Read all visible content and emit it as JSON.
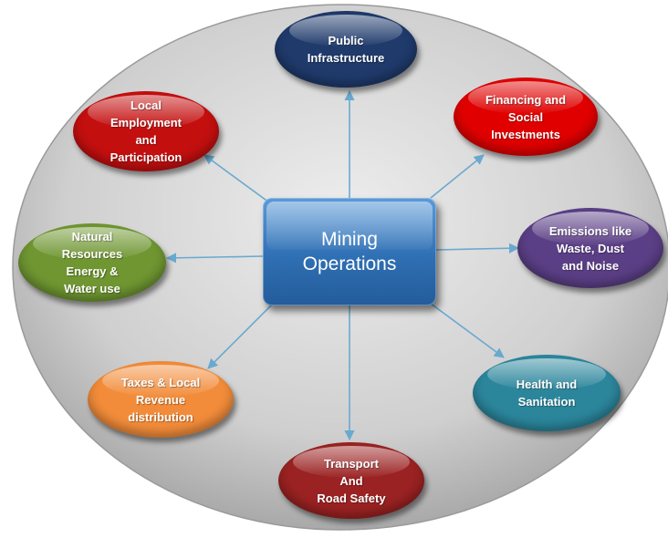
{
  "center": {
    "label": "Mining\nOperations",
    "color": "#3478be"
  },
  "nodes": [
    {
      "id": "public-infrastructure",
      "label": "Public\nInfrastructure",
      "color": "#1f3a6b"
    },
    {
      "id": "financing-social",
      "label": "Financing and\nSocial\nInvestments",
      "color": "#e00000"
    },
    {
      "id": "emissions",
      "label": "Emissions like\nWaste, Dust\nand Noise",
      "color": "#5b3f86"
    },
    {
      "id": "health-sanitation",
      "label": "Health and\nSanitation",
      "color": "#2b869c"
    },
    {
      "id": "transport-road-safety",
      "label": "Transport\nAnd\nRoad Safety",
      "color": "#9b2222"
    },
    {
      "id": "taxes-revenue",
      "label": "Taxes & Local\nRevenue\ndistribution",
      "color": "#f28c3a"
    },
    {
      "id": "natural-resources",
      "label": "Natural\nResources\nEnergy &\nWater  use",
      "color": "#6f9631"
    },
    {
      "id": "local-employment",
      "label": "Local\nEmployment\nand\nParticipation",
      "color": "#c40f0f"
    }
  ],
  "colors": {
    "background_ellipse": "#cfcfcf",
    "arrow": "#6aa9cf"
  }
}
